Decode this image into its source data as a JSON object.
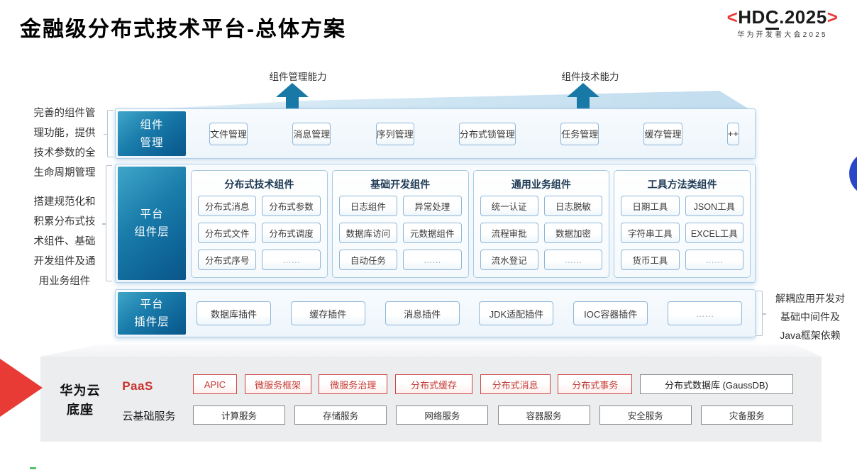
{
  "title": "金融级分布式技术平台-总体方案",
  "logo": {
    "bracket_left": "<",
    "m1": "HD",
    "m2": "C",
    "m3": ".2025",
    "bracket_right": ">",
    "subtitle": "华为开发者大会2025"
  },
  "annotations": {
    "left_top": "完善的组件管\n理功能，提供\n技术参数的全\n生命周期管理",
    "left_mid": "搭建规范化和\n积累分布式技\n术组件、基础\n开发组件及通\n用业务组件",
    "right": "解耦应用开发对\n基础中间件及\nJava框架依赖",
    "arrow1": "组件管理能力",
    "arrow2": "组件技术能力"
  },
  "rows": {
    "management": {
      "label": "组件\n管理",
      "items": [
        "文件管理",
        "消息管理",
        "序列管理",
        "分布式锁管理",
        "任务管理",
        "缓存管理",
        "++"
      ]
    },
    "components": {
      "label": "平台\n组件层",
      "groups": [
        {
          "title": "分布式技术组件",
          "items": [
            "分布式消息",
            "分布式参数",
            "分布式文件",
            "分布式调度",
            "分布式序号",
            "……"
          ]
        },
        {
          "title": "基础开发组件",
          "items": [
            "日志组件",
            "异常处理",
            "数据库访问",
            "元数据组件",
            "自动任务",
            "……"
          ]
        },
        {
          "title": "通用业务组件",
          "items": [
            "统一认证",
            "日志脱敏",
            "流程审批",
            "数据加密",
            "流水登记",
            "……"
          ]
        },
        {
          "title": "工具方法类组件",
          "items": [
            "日期工具",
            "JSON工具",
            "字符串工具",
            "EXCEL工具",
            "货币工具",
            "……"
          ]
        }
      ]
    },
    "plugins": {
      "label": "平台\n插件层",
      "items": [
        "数据库插件",
        "缓存插件",
        "消息插件",
        "JDK适配插件",
        "IOC容器插件",
        "……"
      ]
    }
  },
  "foundation": {
    "label": "华为云\n底座",
    "paas_label": "PaaS",
    "paas_items": [
      {
        "label": "APIC",
        "cls": "red"
      },
      {
        "label": "微服务框架",
        "cls": "red"
      },
      {
        "label": "微服务治理",
        "cls": "red"
      },
      {
        "label": "分布式缓存",
        "cls": "red"
      },
      {
        "label": "分布式消息",
        "cls": "red"
      },
      {
        "label": "分布式事务",
        "cls": "red"
      },
      {
        "label": "分布式数据库 (GaussDB)",
        "cls": "plain"
      }
    ],
    "cloud_label": "云基础服务",
    "cloud_items": [
      "计算服务",
      "存储服务",
      "网络服务",
      "容器服务",
      "安全服务",
      "灾备服务"
    ]
  },
  "colors": {
    "huawei_red": "#E83B36",
    "teal_light": "#3FA6C8",
    "teal_dark": "#1879A7",
    "circle_blue": "#2A47C8",
    "panel_gray": "#ECEDEF"
  }
}
